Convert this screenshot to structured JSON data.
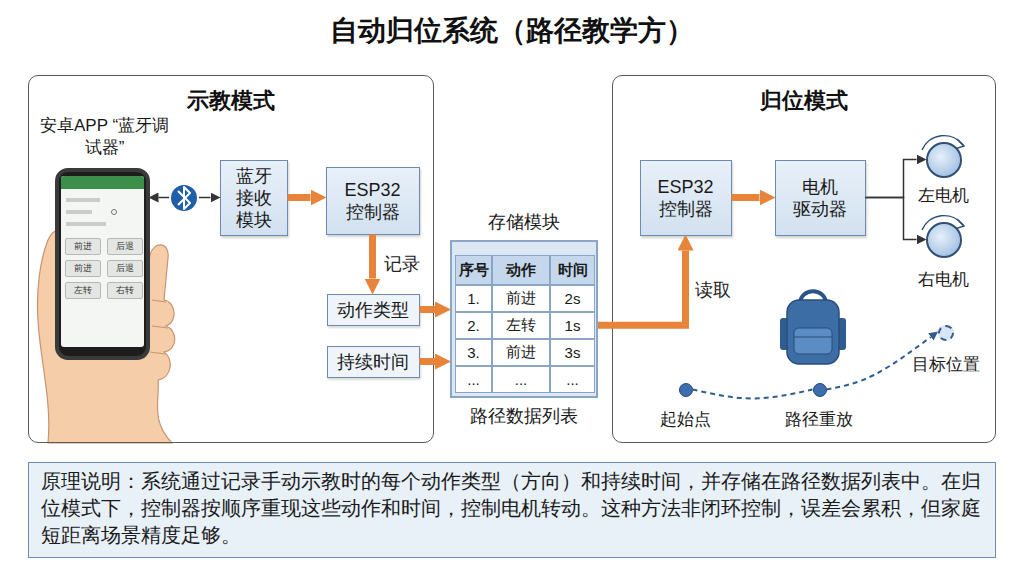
{
  "diagram": {
    "title": "自动归位系统（路径教学方）",
    "nodes": [
      {
        "text": [
          "示教模式"
        ]
      },
      {
        "text": [
          "安卓APP “蓝牙调试器”"
        ],
        "in": 0
      },
      {
        "text": [
          "蓝牙 接收 模块"
        ],
        "in": 0
      },
      {
        "text": [
          "ESP32 控制器"
        ],
        "in": 0
      },
      {
        "text": [
          "动作类型"
        ],
        "in": 0
      },
      {
        "text": [
          "持续时间"
        ],
        "in": 0
      },
      {
        "text": [
          "存储模块",
          "路径数据列表"
        ]
      },
      {
        "text": [
          "归位模式"
        ]
      },
      {
        "text": [
          "ESP32 控制器"
        ],
        "in": 7
      },
      {
        "text": [
          "电机 驱动器"
        ],
        "in": 7
      },
      {
        "text": [
          "左电机"
        ],
        "in": 7
      },
      {
        "text": [
          "右电机"
        ],
        "in": 7
      },
      {
        "text": [
          "起始点"
        ],
        "in": 7
      },
      {
        "text": [
          "路径重放"
        ],
        "in": 7
      },
      {
        "text": [
          "目标位置"
        ],
        "in": 7
      },
      {
        "text": [
          "原理说明：系统通过记录手动示教时的每个动作类型（方向）和持续时间，并存储在路径数据列表中。在归位模式下，控制器按顺序重现这些动作和时间，控制电机转动。这种方法非闭环控制，误差会累积，但家庭短距离场景精度足够。"
        ]
      }
    ],
    "edges": [
      {
        "from": 1,
        "to": 2,
        "arrow": "both"
      },
      {
        "from": 2,
        "to": 3,
        "arrow": "to"
      },
      {
        "from": 3,
        "to": 4,
        "label": "记录",
        "arrow": "to"
      },
      {
        "from": 4,
        "to": 6,
        "arrow": "to"
      },
      {
        "from": 5,
        "to": 6,
        "arrow": "to"
      },
      {
        "from": 6,
        "to": 8,
        "label": "读取",
        "arrow": "to"
      },
      {
        "from": 8,
        "to": 9,
        "arrow": "to"
      },
      {
        "from": 9,
        "to": 10,
        "arrow": "to"
      },
      {
        "from": 9,
        "to": 11,
        "arrow": "to"
      },
      {
        "from": 12,
        "to": 13,
        "arrow": "none"
      },
      {
        "from": 13,
        "to": 14,
        "arrow": "to"
      }
    ],
    "labels": [
      "前进",
      "后退",
      "前进",
      "后退",
      "左转",
      "右转",
      "序号",
      "动作",
      "时间",
      "1.",
      "前进",
      "2s",
      "2.",
      "左转",
      "1s",
      "3.",
      "前进",
      "3s",
      "...",
      "...",
      "..."
    ]
  }
}
